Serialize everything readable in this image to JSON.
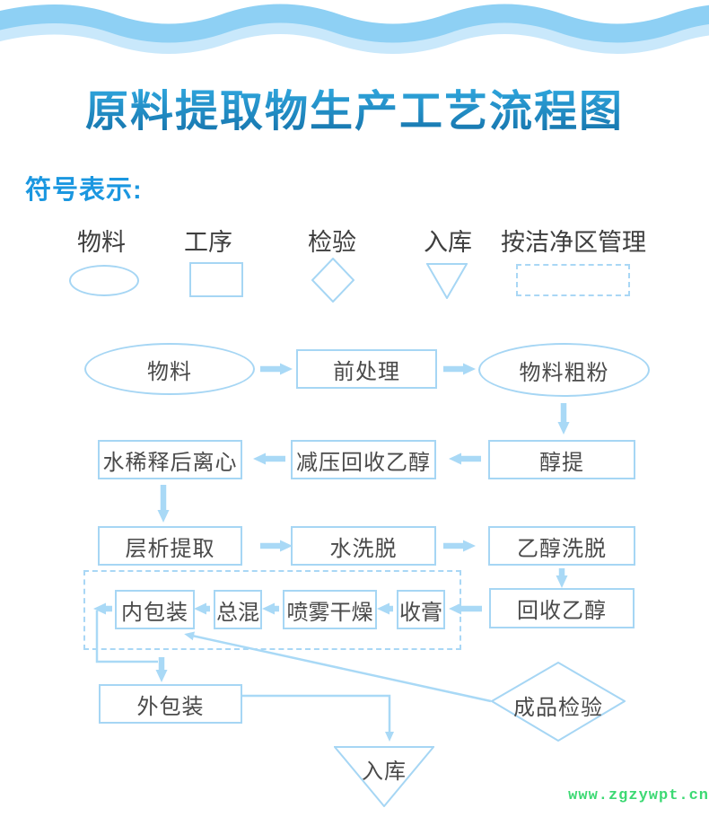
{
  "page": {
    "title": "原料提取物生产工艺流程图",
    "watermark": "www.zgzywpt.cn"
  },
  "legend": {
    "heading": "符号表示:",
    "items": [
      {
        "label": "物料",
        "shape": "ellipse"
      },
      {
        "label": "工序",
        "shape": "rect"
      },
      {
        "label": "检验",
        "shape": "diamond"
      },
      {
        "label": "入库",
        "shape": "triangle-down"
      },
      {
        "label": "按洁净区管理",
        "shape": "dashed-rect"
      }
    ]
  },
  "flowchart": {
    "nodes": {
      "materials": "物料",
      "pretreatment": "前处理",
      "coarse_powder": "物料粗粉",
      "alcohol_extraction": "醇提",
      "vacuum_ethanol_recovery": "减压回收乙醇",
      "water_dilution_centrifuge": "水稀释后离心",
      "chromatography_extraction": "层析提取",
      "water_elution": "水洗脱",
      "ethanol_elution": "乙醇洗脱",
      "ethanol_recovery": "回收乙醇",
      "paste_collection": "收膏",
      "spray_drying": "喷雾干燥",
      "total_mixing": "总混",
      "inner_packaging": "内包装",
      "outer_packaging": "外包装",
      "product_inspection": "成品检验",
      "warehousing": "入库"
    },
    "colors": {
      "shape_border": "#a6d6f4",
      "arrow": "#a9d9f6",
      "node_text": "#4a4a4a",
      "heading_blue": "#1b97e0",
      "title_gradient_top": "#35b2e9",
      "title_gradient_bottom": "#1470a8",
      "wave_main": "#8ed0f4",
      "wave_light": "#c9e8fb",
      "watermark_green": "#3cd973"
    }
  }
}
